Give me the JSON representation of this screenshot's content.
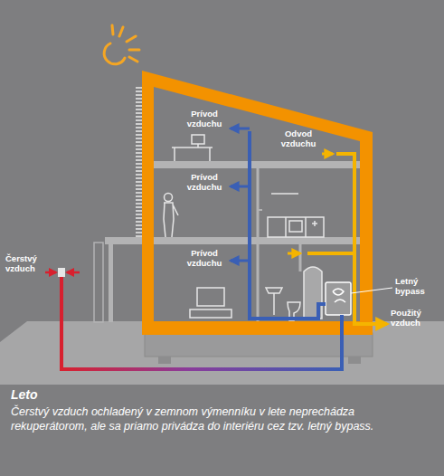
{
  "diagram": {
    "title": "Leto",
    "caption": "Čerstvý vzduch ochladený v zemnom výmenníku v lete neprechádza rekuperátorom, ale sa priamo privádza do interiéru cez tzv. letný bypass.",
    "labels": [
      "Prívod vzduchu",
      "Prívod vzduchu",
      "Prívod vzduchu",
      "Odvod vzduchu",
      "Čerstvý vzduch",
      "Letný bypass",
      "Použitý vzduch"
    ]
  }
}
